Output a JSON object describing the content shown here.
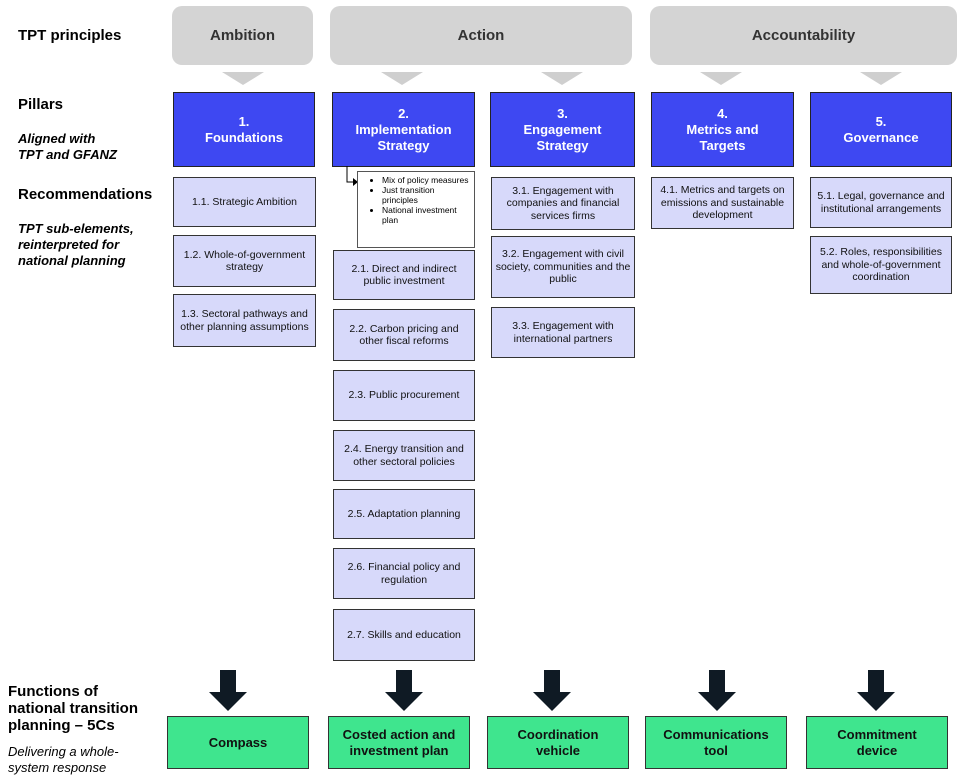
{
  "labels": {
    "principles": "TPT principles",
    "pillars": "Pillars",
    "aligned": "Aligned with TPT and GFANZ",
    "recommendations": "Recommendations",
    "sub_elements": "TPT sub-elements, reinterpreted for national planning",
    "functions": "Functions of national transition planning – 5Cs",
    "delivering": "Delivering a whole-system response"
  },
  "principles": [
    "Ambition",
    "Action",
    "Accountability"
  ],
  "pillars": [
    {
      "num": "1.",
      "name": "Foundations"
    },
    {
      "num": "2.",
      "name": "Implementation Strategy"
    },
    {
      "num": "3.",
      "name": "Engagement Strategy"
    },
    {
      "num": "4.",
      "name": "Metrics and Targets"
    },
    {
      "num": "5.",
      "name": "Governance"
    }
  ],
  "recommendations": {
    "foundations": [
      "1.1. Strategic Ambition",
      "1.2. Whole-of-government strategy",
      "1.3. Sectoral pathways and other planning assumptions"
    ],
    "implementation": [
      "2.1. Direct and indirect public investment",
      "2.2. Carbon pricing and other fiscal reforms",
      "2.3. Public procurement",
      "2.4. Energy transition and other sectoral policies",
      "2.5. Adaptation planning",
      "2.6. Financial policy and regulation",
      "2.7. Skills and education"
    ],
    "engagement": [
      "3.1. Engagement with companies and financial services firms",
      "3.2. Engagement with civil society, communities and the public",
      "3.3. Engagement with international partners"
    ],
    "metrics": [
      "4.1. Metrics and targets on emissions and sustainable development"
    ],
    "governance": [
      "5.1. Legal, governance and institutional arrangements",
      "5.2. Roles, responsibilities and whole-of-government coordination"
    ]
  },
  "implementation_note": [
    "Mix of policy measures",
    "Just transition principles",
    "National investment plan"
  ],
  "functions": [
    "Compass",
    "Costed action and investment plan",
    "Coordination vehicle",
    "Communications tool",
    "Commitment device"
  ],
  "colors": {
    "principle": "#d4d4d4",
    "pillar": "#3e48f2",
    "recommendation": "#d7d9fa",
    "function": "#3fe58e",
    "arrow": "#0f1a24"
  }
}
